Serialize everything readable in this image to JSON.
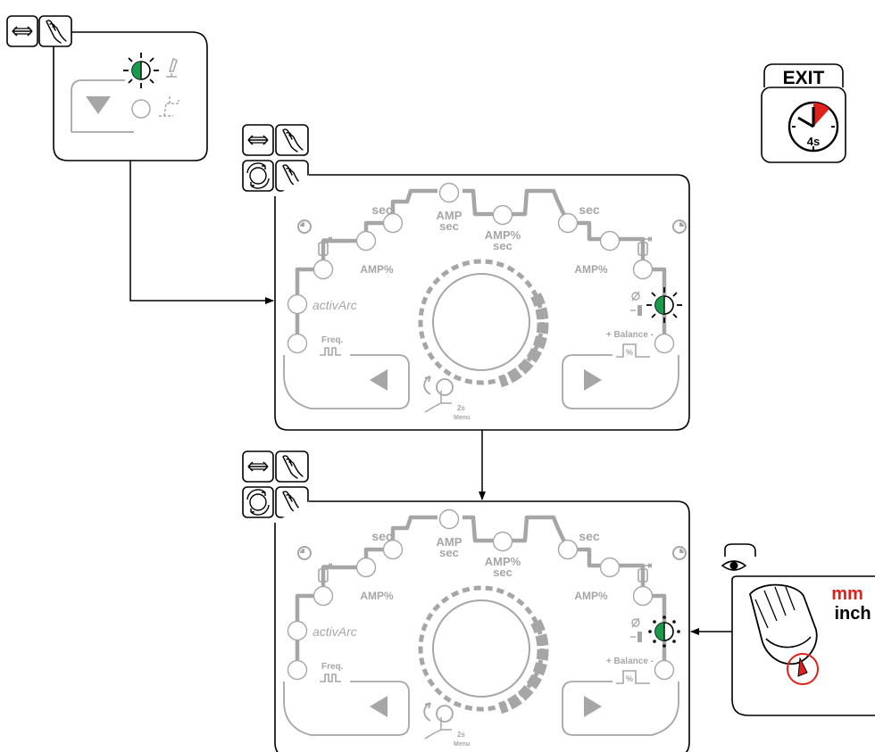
{
  "exit_badge": {
    "label": "EXIT",
    "time": "4s"
  },
  "unit_display": {
    "mm": "mm",
    "inch": "inch"
  },
  "panel": {
    "labels": {
      "sec_left": "sec",
      "sec_right": "sec",
      "amp_sec_top": "AMP",
      "amp_sec_bottom": "sec",
      "amp_pct_sec_top": "AMP%",
      "amp_pct_sec_bottom": "sec",
      "amp_pct_left": "AMP%",
      "amp_pct_right": "AMP%",
      "activarc": "activArc",
      "freq": "Freq.",
      "balance": "+ Balance -",
      "balance_pct": "%",
      "menu_time": "2s",
      "menu": "Menu"
    }
  },
  "colors": {
    "led_green": "#1a9a4c",
    "accent_red": "#e0201b",
    "panel_gray": "#a6a6a6"
  },
  "icons": [
    "arrow-swap-icon",
    "hand-press-icon",
    "rotary-knob-icon",
    "eye-icon",
    "clock-icon",
    "welding-torch-icon",
    "gas-cylinder-icon",
    "arrow-left-icon",
    "arrow-right-icon",
    "arrow-down-icon"
  ]
}
